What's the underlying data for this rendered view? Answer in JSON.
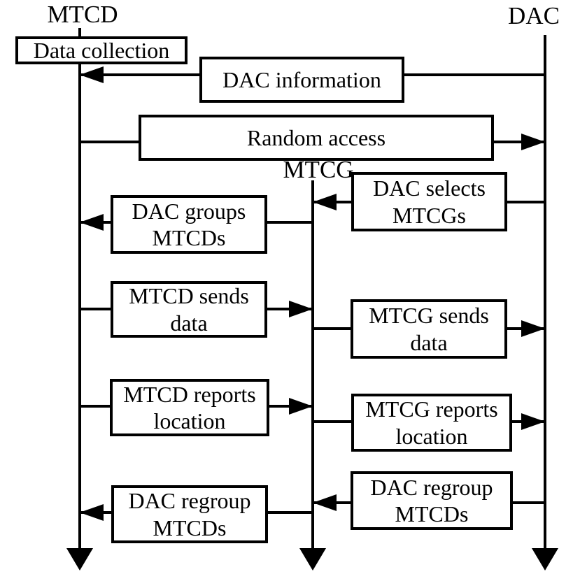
{
  "colors": {
    "ink": "#000000",
    "paper": "#ffffff"
  },
  "actors": [
    {
      "id": "mtcd",
      "name": "MTCD"
    },
    {
      "id": "mtcg",
      "name": "MTCG"
    },
    {
      "id": "dac",
      "name": "DAC"
    }
  ],
  "boxes": [
    {
      "label": "Data collection",
      "on": "MTCD lifeline"
    },
    {
      "label": "DAC information",
      "arrow": "DAC to MTCD, left"
    },
    {
      "label": "Random access",
      "arrow": "MTCD to DAC, right"
    },
    {
      "label": "DAC selects MTCGs",
      "arrow": "DAC to MTCG, left"
    },
    {
      "label": "DAC groups MTCDs",
      "arrow": "MTCG to MTCD, left"
    },
    {
      "label": "MTCD sends data",
      "arrow": "MTCD to MTCG, right"
    },
    {
      "label": "MTCG sends data",
      "arrow": "MTCG to DAC, right"
    },
    {
      "label": "MTCD reports location",
      "arrow": "MTCD to MTCG, right"
    },
    {
      "label": "MTCG reports location",
      "arrow": "MTCG to DAC, right"
    },
    {
      "label": "DAC regroup MTCDs",
      "arrow": "DAC to MTCG, left"
    },
    {
      "label": "DAC regroup MTCDs",
      "arrow": "MTCG to MTCD, left"
    }
  ]
}
